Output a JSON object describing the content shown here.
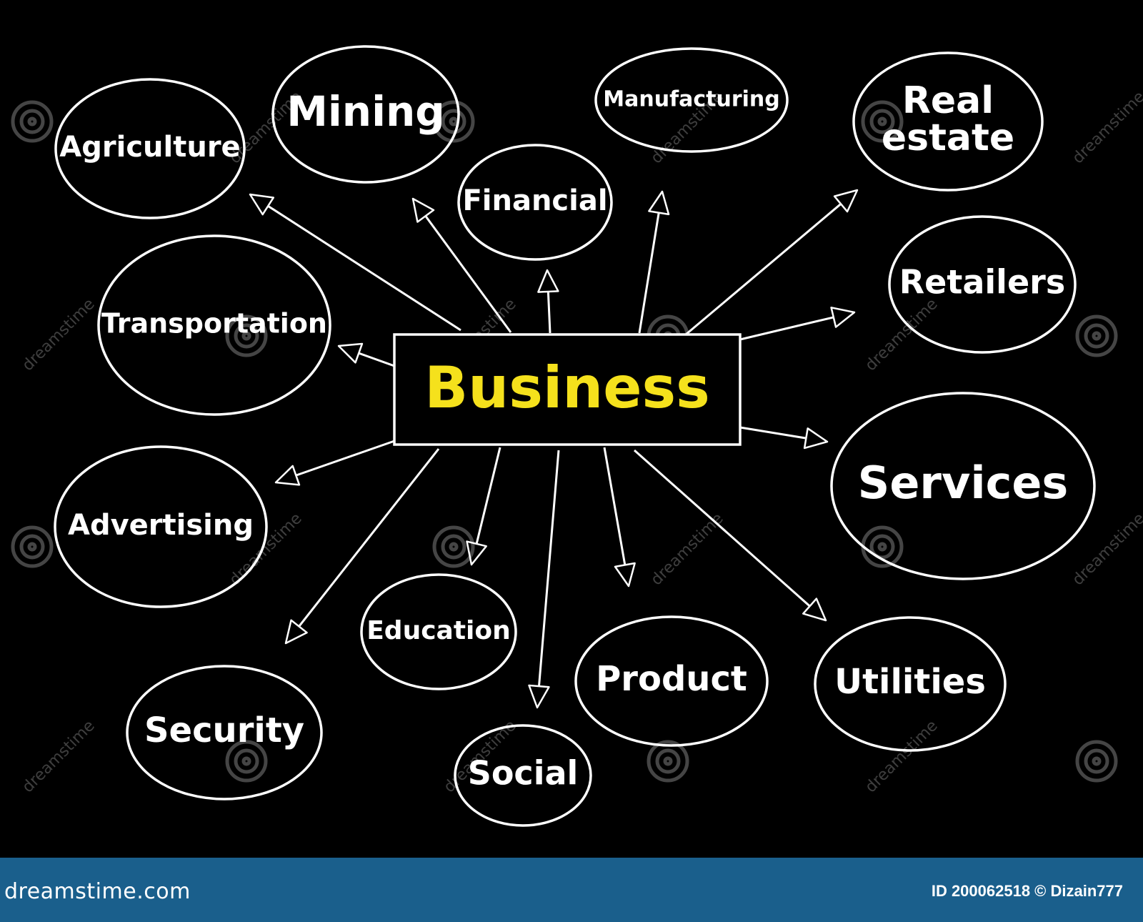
{
  "center": {
    "label": "Business",
    "color": "#f5e11c"
  },
  "nodes": [
    {
      "id": "agriculture",
      "label": "Agriculture"
    },
    {
      "id": "mining",
      "label": "Mining"
    },
    {
      "id": "financial",
      "label": "Financial"
    },
    {
      "id": "manufacturing",
      "label": "Manufacturing"
    },
    {
      "id": "real-estate",
      "lines": [
        "Real",
        "estate"
      ]
    },
    {
      "id": "transportation",
      "label": "Transportation"
    },
    {
      "id": "retailers",
      "label": "Retailers"
    },
    {
      "id": "advertising",
      "label": "Advertising"
    },
    {
      "id": "services",
      "label": "Services"
    },
    {
      "id": "education",
      "label": "Education"
    },
    {
      "id": "security",
      "label": "Security"
    },
    {
      "id": "social",
      "label": "Social"
    },
    {
      "id": "product",
      "label": "Product"
    },
    {
      "id": "utilities",
      "label": "Utilities"
    }
  ],
  "watermark": {
    "text": "dreamstime"
  },
  "footer": {
    "brand": "dreamstime.com",
    "id_text": "ID 200062518 © Dizain777",
    "background": "#1a5f8c"
  },
  "colors": {
    "background": "#000000",
    "lines": "#ffffff"
  }
}
